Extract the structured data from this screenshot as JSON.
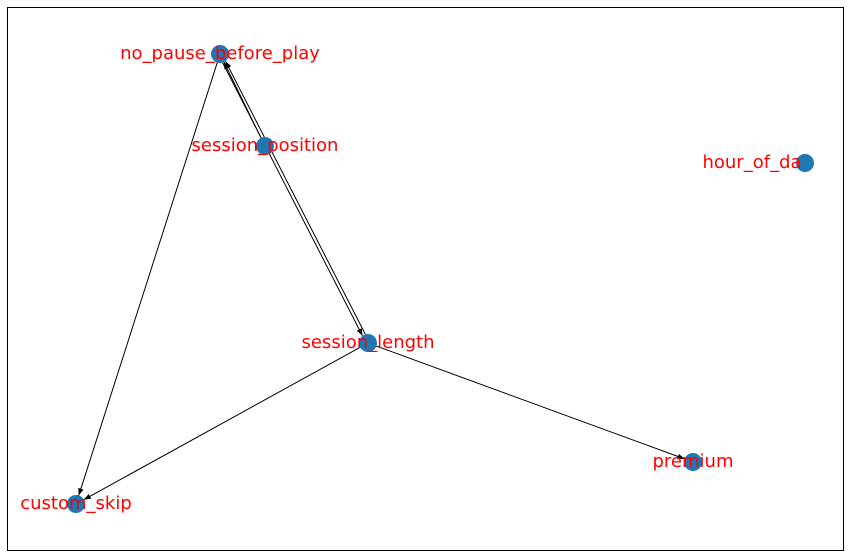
{
  "graph": {
    "node_color": "#1f78b4",
    "label_color": "#ff0000",
    "edge_color": "#000000",
    "directed": true,
    "nodes": [
      {
        "id": "no_pause_before_play",
        "label": "no_pause_before_play"
      },
      {
        "id": "session_position",
        "label": "session_position"
      },
      {
        "id": "hour_of_day",
        "label": "hour_of_da"
      },
      {
        "id": "session_length",
        "label": "session_length"
      },
      {
        "id": "premium",
        "label": "premium"
      },
      {
        "id": "custom_skip",
        "label": "custom_skip"
      }
    ],
    "edges": [
      {
        "source": "session_position",
        "target": "no_pause_before_play"
      },
      {
        "source": "no_pause_before_play",
        "target": "session_length"
      },
      {
        "source": "session_length",
        "target": "no_pause_before_play"
      },
      {
        "source": "no_pause_before_play",
        "target": "custom_skip"
      },
      {
        "source": "session_length",
        "target": "custom_skip"
      },
      {
        "source": "session_length",
        "target": "premium"
      }
    ]
  }
}
